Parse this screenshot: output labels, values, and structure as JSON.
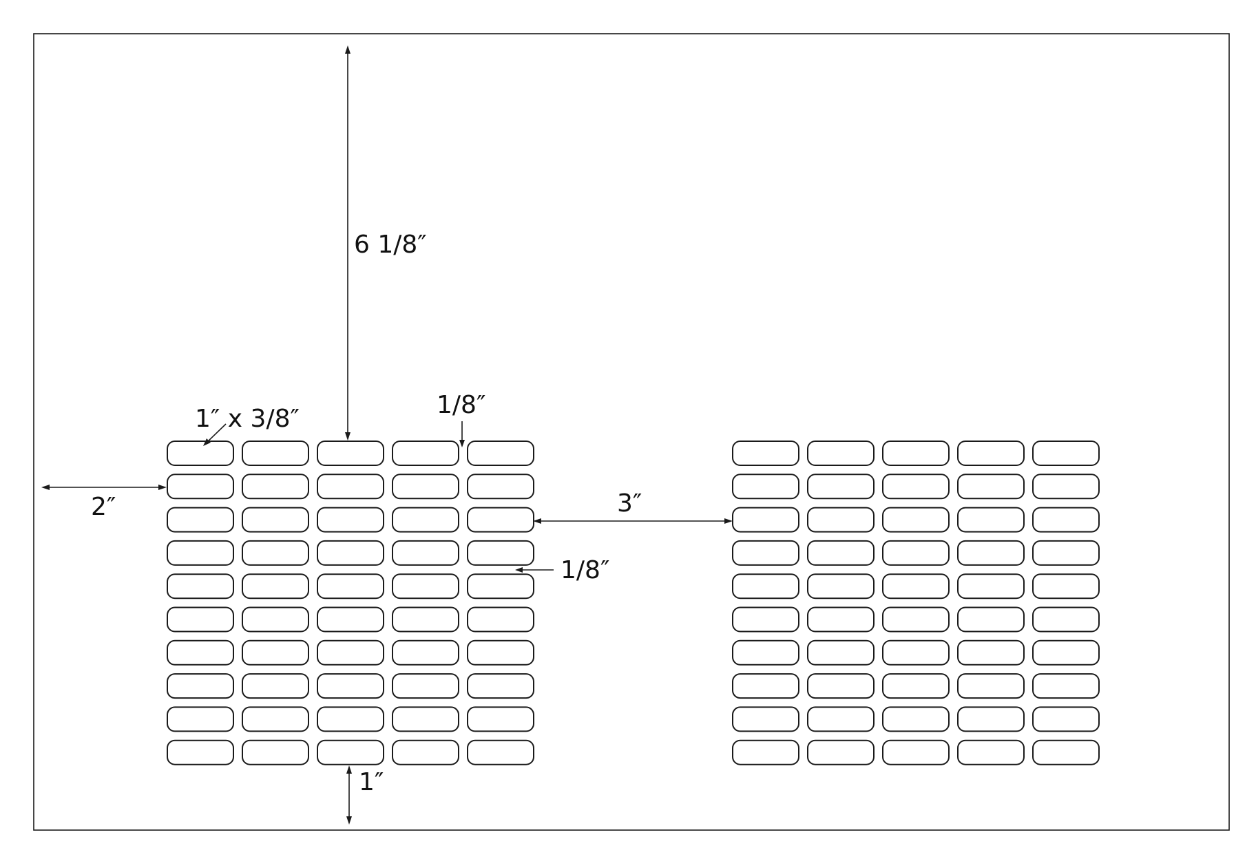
{
  "dimensions": {
    "top_margin": "6 1/8″",
    "label_size": "1″ x 3/8″",
    "horizontal_gap": "1/8″",
    "left_margin": "2″",
    "block_gap": "3″",
    "vertical_gap": "1/8″",
    "bottom_margin": "1″"
  },
  "label_grid": {
    "blocks": 2,
    "rows_per_block": 10,
    "columns_per_block": 5
  },
  "colors": {
    "line": "#1a1a1a",
    "text": "#111111",
    "background": "#ffffff"
  }
}
